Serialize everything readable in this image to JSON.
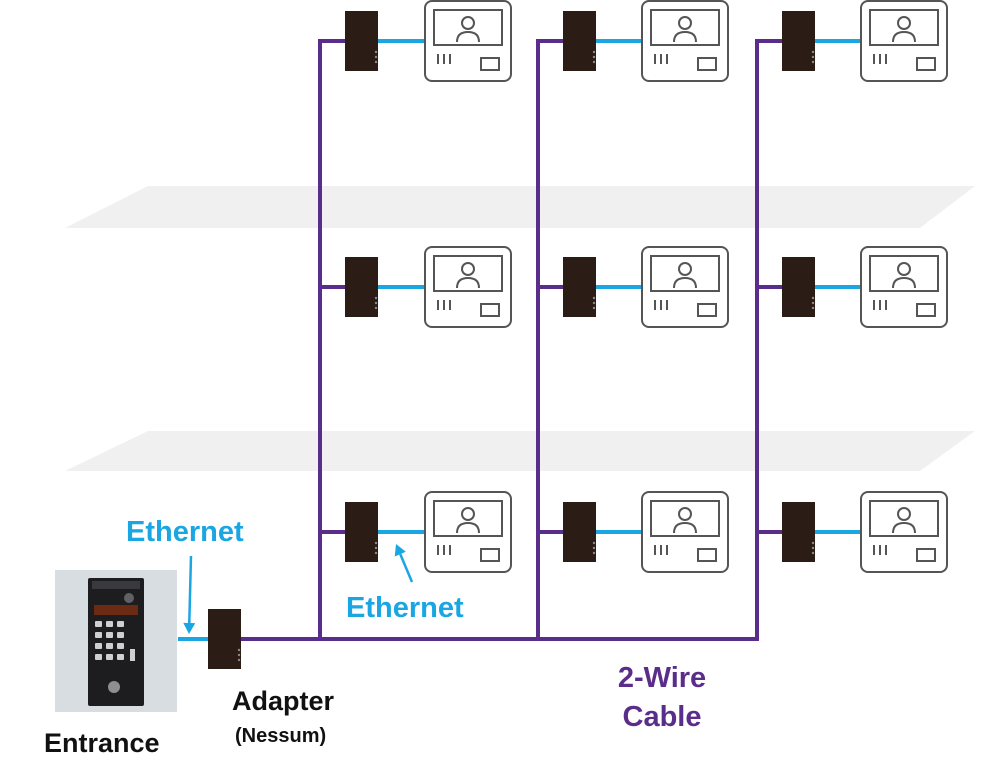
{
  "colors": {
    "ethernet": "#1aa6e2",
    "two_wire": "#5b2d8a",
    "adapter": "#2b1d16",
    "monitor_stroke": "#555555",
    "floor": "#f0f0f0",
    "panel": "#d8dde2"
  },
  "labels": {
    "ethernet_top": "Ethernet",
    "ethernet_mid": "Ethernet",
    "entrance": "Entrance",
    "adapter": "Adapter",
    "adapter_sub": "(Nessum)",
    "two_wire_line1": "2-Wire",
    "two_wire_line2": "Cable"
  },
  "icons": {
    "entrance_panel": "door-entry-panel-icon",
    "adapter": "nessum-adapter-icon",
    "monitor": "video-intercom-monitor-icon",
    "arrow": "arrow-icon"
  }
}
